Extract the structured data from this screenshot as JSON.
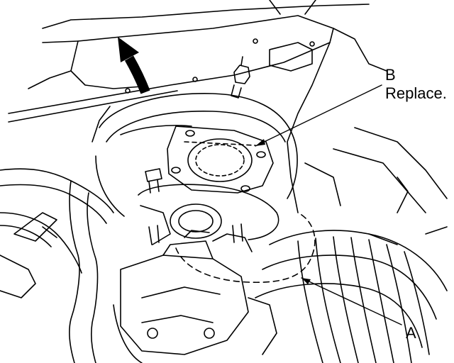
{
  "callouts": {
    "b": {
      "letter": "B",
      "note": "Replace."
    },
    "a": {
      "letter": "A"
    }
  },
  "colors": {
    "ink": "#000000",
    "paper": "#ffffff"
  },
  "icons": {
    "direction_arrow": "up-arrow-icon"
  }
}
